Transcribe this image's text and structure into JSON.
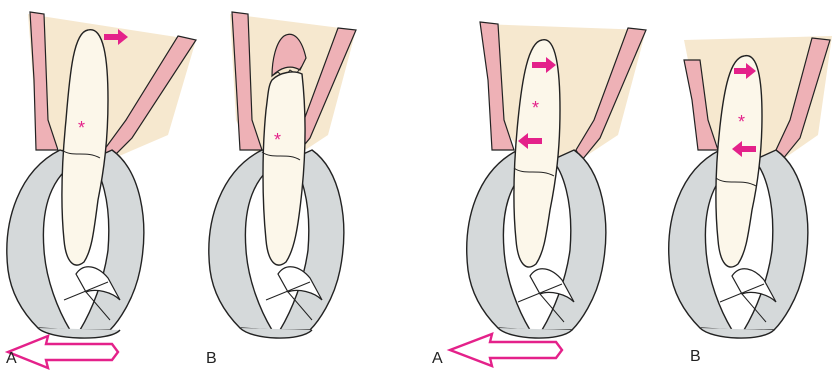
{
  "labels": {
    "panel_1": "A",
    "panel_2": "B",
    "panel_3": "A",
    "panel_4": "B"
  },
  "colors": {
    "bone": "#f6e8cf",
    "gingiva": "#eeb1b6",
    "tooth": "#fcf7ea",
    "forceps": "#d5d9da",
    "accent": "#e4218a",
    "outline": "#222222"
  },
  "icons": {
    "force_arrow": "hollow-left-arrow",
    "movement_arrow": "solid-arrow",
    "center_marker": "asterisk"
  },
  "markers": {
    "asterisk": "*"
  }
}
